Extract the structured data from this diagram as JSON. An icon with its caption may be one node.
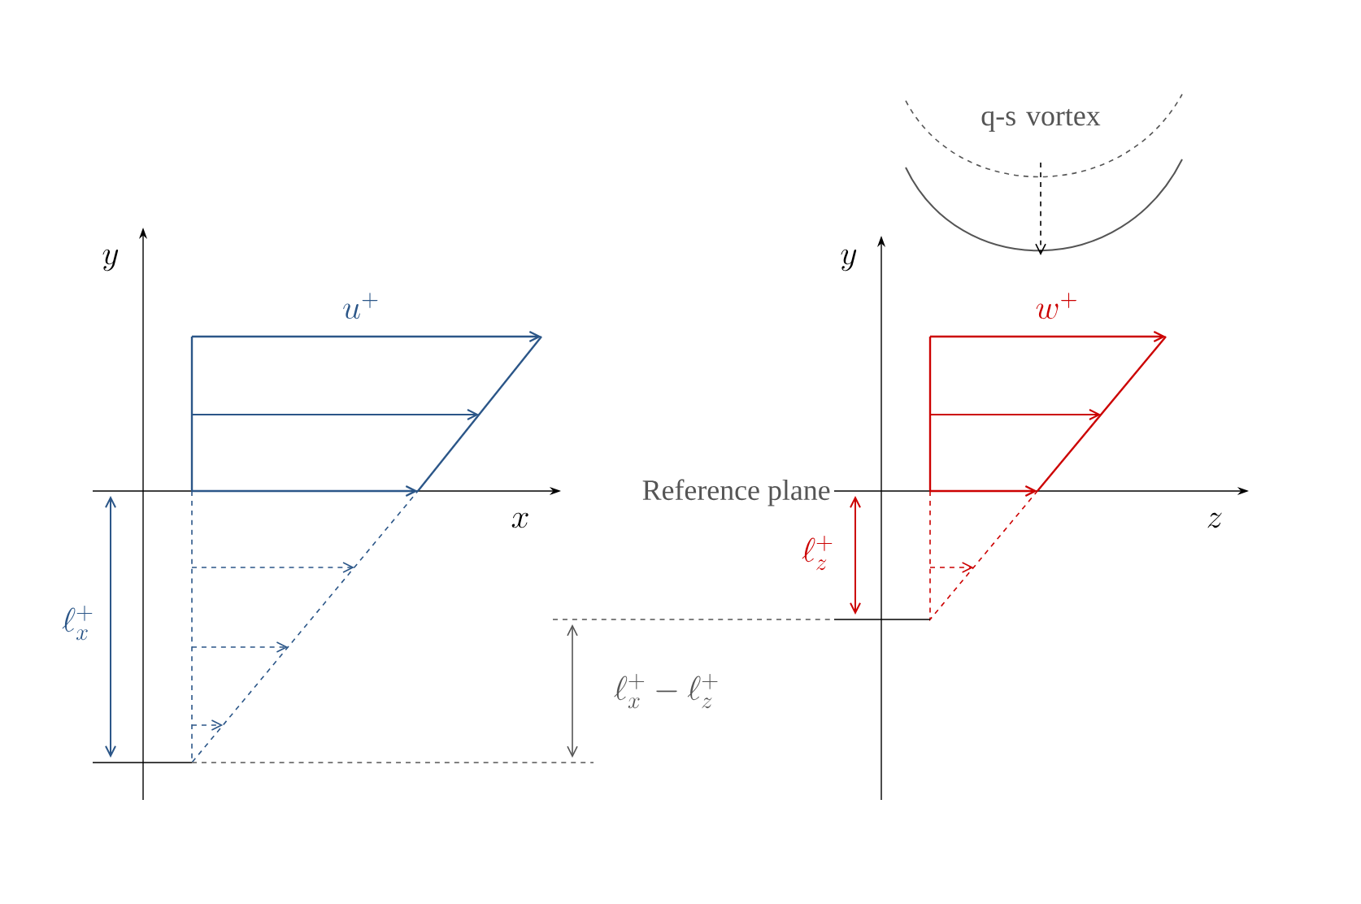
{
  "diagram": {
    "labels": [
      "q-s vortex",
      "y",
      "u^{+}",
      "x",
      "\\ell_{x}^{+}",
      "y",
      "w^{+}",
      "Reference plane",
      "z",
      "\\ell_{z}^{+}",
      "\\ell_{x}^{+}-\\ell_{z}^{+}"
    ]
  }
}
